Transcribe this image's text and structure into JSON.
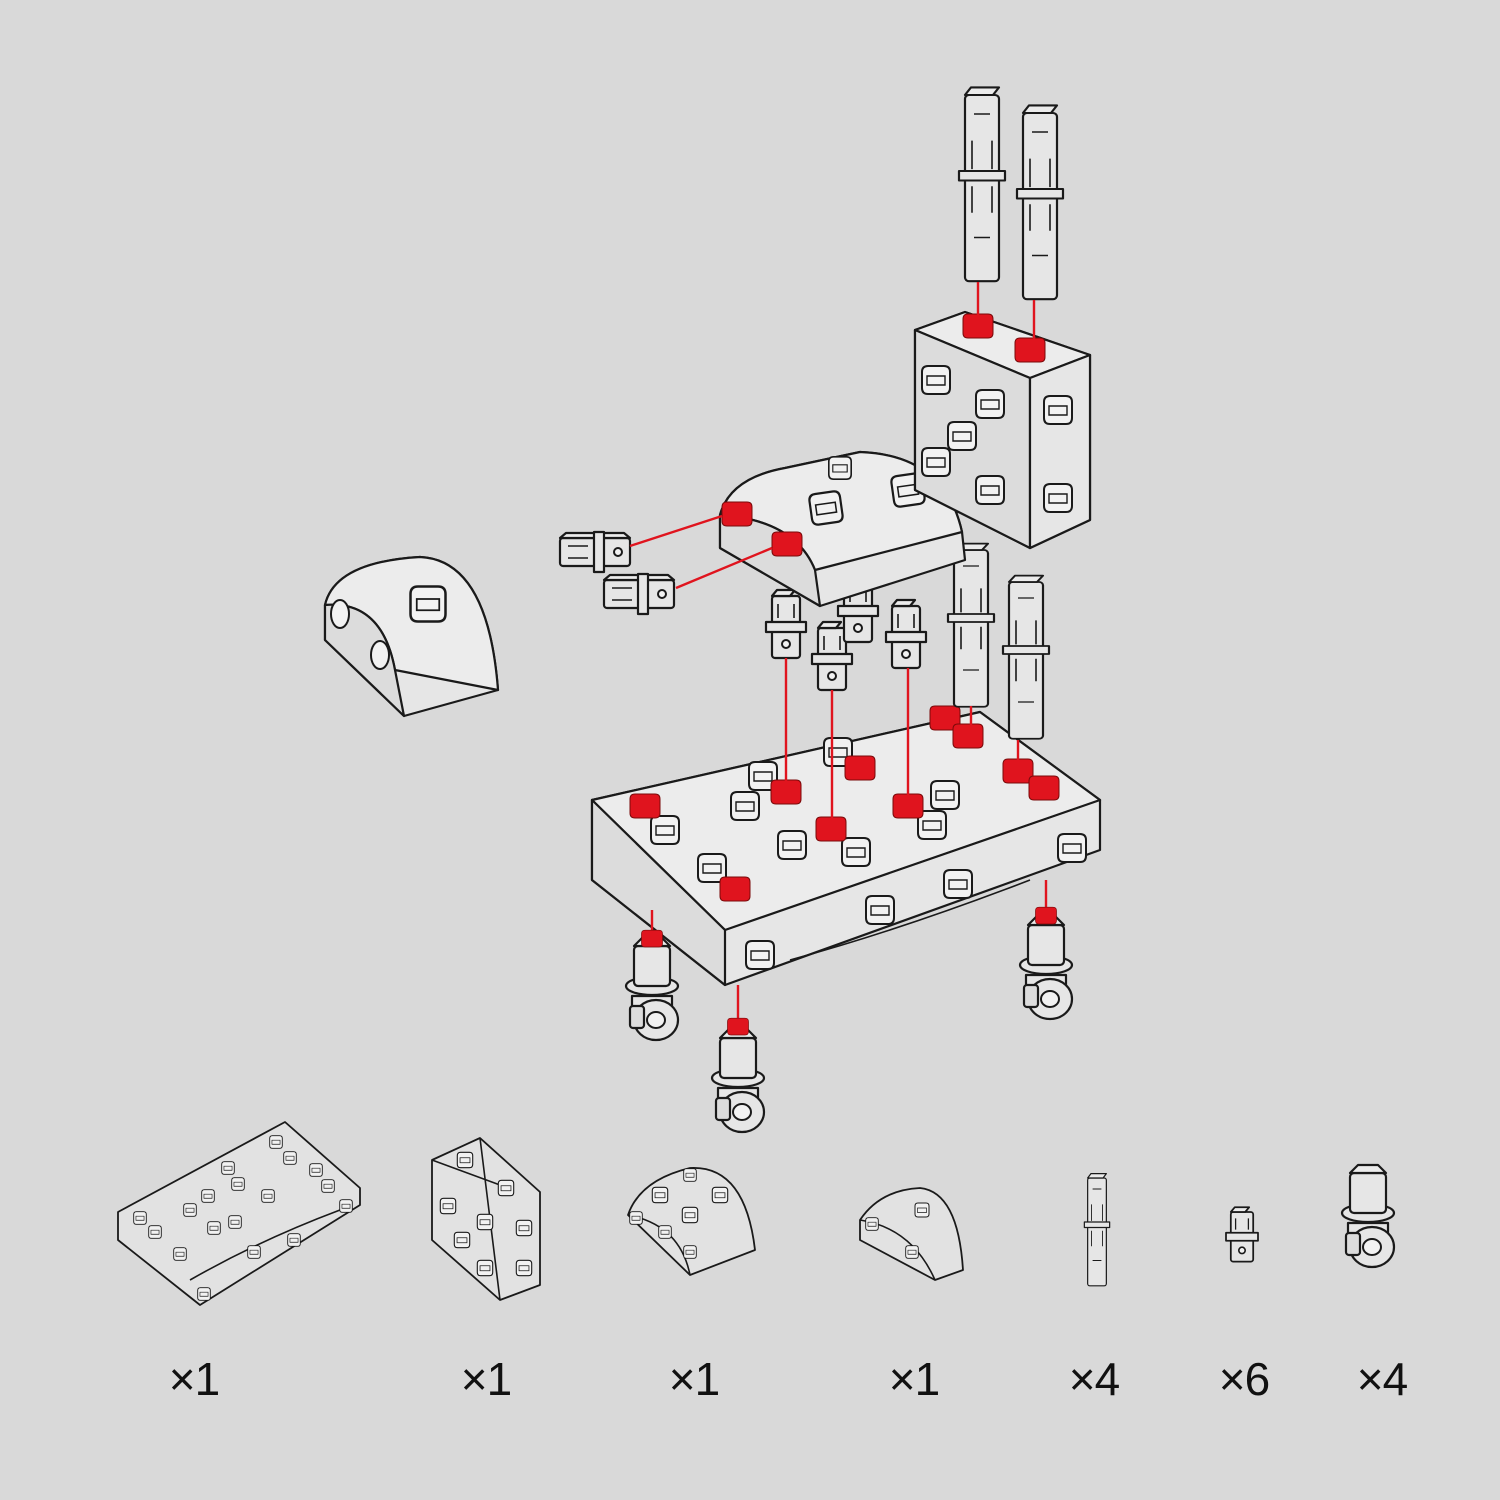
{
  "parts_legend": [
    {
      "part": "base-plate",
      "quantity_label": "×1"
    },
    {
      "part": "cube-block",
      "quantity_label": "×1"
    },
    {
      "part": "large-arch-block",
      "quantity_label": "×1"
    },
    {
      "part": "small-arch-block",
      "quantity_label": "×1"
    },
    {
      "part": "long-connector-peg",
      "quantity_label": "×4"
    },
    {
      "part": "short-connector",
      "quantity_label": "×6"
    },
    {
      "part": "caster-wheel",
      "quantity_label": "×4"
    }
  ],
  "colors": {
    "background": "#d9d9d9",
    "outline": "#1a1a1a",
    "part_fill": "#e6e6e6",
    "highlight": "#e0141e"
  },
  "icons": [
    "base-plate-icon",
    "cube-block-icon",
    "large-arch-block-icon",
    "small-arch-block-icon",
    "long-connector-peg-icon",
    "short-connector-icon",
    "caster-wheel-icon"
  ]
}
